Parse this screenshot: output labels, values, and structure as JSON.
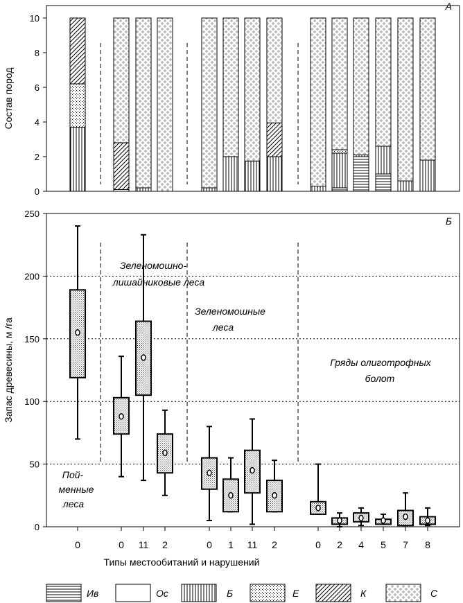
{
  "panel_a": {
    "letter": "А",
    "ylabel": "Состав пород",
    "yticks": [
      "0",
      "2",
      "4",
      "6",
      "8",
      "10"
    ]
  },
  "panel_b": {
    "letter": "Б",
    "ylabel": "Запас древесины, м /га",
    "yticks": [
      "0",
      "50",
      "100",
      "150",
      "200",
      "250"
    ],
    "group_labels": [
      {
        "lines": [
          "Пой-",
          "менные",
          "леса"
        ]
      },
      {
        "lines": [
          "Зеленомошно-",
          "лишайниковые леса"
        ]
      },
      {
        "lines": [
          "Зеленомошные",
          "леса"
        ]
      },
      {
        "lines": [
          "Гряды олиготрофных",
          "болот"
        ]
      }
    ]
  },
  "xlabel": "Типы местообитаний и нарушений",
  "legend": [
    {
      "key": "iv",
      "label": "Ив",
      "pattern": "horizontal-lines"
    },
    {
      "key": "os",
      "label": "Ос",
      "pattern": "blank"
    },
    {
      "key": "b",
      "label": "Б",
      "pattern": "vertical-lines"
    },
    {
      "key": "e",
      "label": "Е",
      "pattern": "crosshatch"
    },
    {
      "key": "k",
      "label": "К",
      "pattern": "diagonal-lines"
    },
    {
      "key": "s",
      "label": "С",
      "pattern": "circles"
    }
  ],
  "chart_data": [
    {
      "type": "bar",
      "subtype": "stacked",
      "panel": "А",
      "ylabel": "Состав пород",
      "ylim": [
        0,
        10
      ],
      "categories": [
        "0",
        "0",
        "11",
        "2",
        "0",
        "1",
        "11",
        "2",
        "0",
        "2",
        "4",
        "5",
        "7",
        "8"
      ],
      "groups": [
        [
          0
        ],
        [
          1,
          2,
          3
        ],
        [
          4,
          5,
          6,
          7
        ],
        [
          8,
          9,
          10,
          11,
          12,
          13
        ]
      ],
      "stack_order": [
        "Ив",
        "Ос",
        "Б",
        "Е",
        "К",
        "С"
      ],
      "series": [
        {
          "name": "Ив",
          "values": [
            0,
            0,
            0,
            0,
            0,
            0,
            0,
            0,
            0,
            0.2,
            2.0,
            1.0,
            0,
            0
          ]
        },
        {
          "name": "Ос",
          "values": [
            0,
            0.1,
            0,
            0,
            0,
            0,
            0,
            0,
            0,
            0,
            0,
            0,
            0,
            0
          ]
        },
        {
          "name": "Б",
          "values": [
            3.7,
            0,
            0.2,
            0,
            0.2,
            2.0,
            1.75,
            2.0,
            0.3,
            2.0,
            0.1,
            1.6,
            0.6,
            1.8
          ]
        },
        {
          "name": "Е",
          "values": [
            2.5,
            0,
            0,
            0,
            0,
            0,
            0,
            0,
            0,
            0.2,
            0,
            0,
            0,
            0
          ]
        },
        {
          "name": "К",
          "values": [
            3.8,
            2.7,
            0,
            0,
            0,
            0,
            0,
            1.95,
            0,
            0,
            0,
            0,
            0,
            0
          ]
        },
        {
          "name": "С",
          "values": [
            0,
            7.2,
            9.8,
            10.0,
            9.8,
            8.0,
            8.25,
            6.05,
            9.7,
            7.6,
            7.9,
            7.4,
            9.4,
            8.2
          ]
        }
      ],
      "grid": false
    },
    {
      "type": "box",
      "panel": "Б",
      "xlabel": "Типы местообитаний и нарушений",
      "ylabel": "Запас древесины, м /га",
      "ylim": [
        0,
        250
      ],
      "yticks": [
        0,
        50,
        100,
        150,
        200,
        250
      ],
      "categories": [
        "0",
        "0",
        "11",
        "2",
        "0",
        "1",
        "11",
        "2",
        "0",
        "2",
        "4",
        "5",
        "7",
        "8"
      ],
      "groups": [
        [
          0
        ],
        [
          1,
          2,
          3
        ],
        [
          4,
          5,
          6,
          7
        ],
        [
          8,
          9,
          10,
          11,
          12,
          13
        ]
      ],
      "boxes": [
        {
          "min": 70,
          "q1": 119,
          "median": 155,
          "q3": 189,
          "max": 240
        },
        {
          "min": 40,
          "q1": 74,
          "median": 88,
          "q3": 103,
          "max": 136
        },
        {
          "min": 37,
          "q1": 105,
          "median": 135,
          "q3": 164,
          "max": 233
        },
        {
          "min": 25,
          "q1": 43,
          "median": 59,
          "q3": 74,
          "max": 93
        },
        {
          "min": 5,
          "q1": 30,
          "median": 43,
          "q3": 55,
          "max": 80
        },
        {
          "min": 12,
          "q1": 12,
          "median": 25,
          "q3": 38,
          "max": 55
        },
        {
          "min": 2,
          "q1": 27,
          "median": 45,
          "q3": 61,
          "max": 86
        },
        {
          "min": 12,
          "q1": 12,
          "median": 25,
          "q3": 37,
          "max": 53
        },
        {
          "min": 10,
          "q1": 10,
          "median": 15,
          "q3": 20,
          "max": 50
        },
        {
          "min": 0,
          "q1": 2,
          "median": 5,
          "q3": 7,
          "max": 11
        },
        {
          "min": 1,
          "q1": 4,
          "median": 7,
          "q3": 11,
          "max": 15
        },
        {
          "min": 2,
          "q1": 2,
          "median": 5,
          "q3": 6,
          "max": 10
        },
        {
          "min": 1,
          "q1": 1,
          "median": 8,
          "q3": 13,
          "max": 27
        },
        {
          "min": 1,
          "q1": 2,
          "median": 5,
          "q3": 8,
          "max": 15
        }
      ],
      "grid": "horizontal dotted at 50, 100, 150, 200"
    }
  ]
}
